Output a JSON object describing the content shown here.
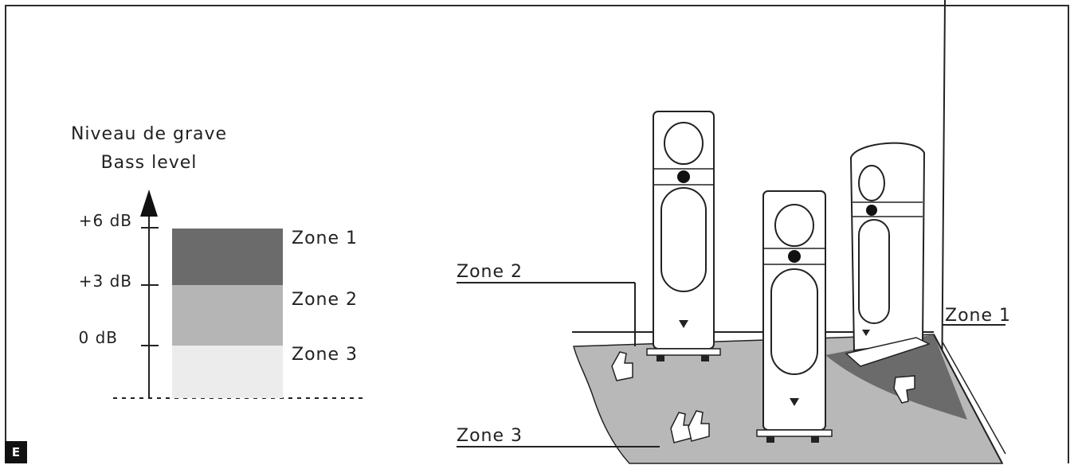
{
  "chart": {
    "title_fr": "Niveau de grave",
    "title_en": "Bass level",
    "ticks": [
      "+6 dB",
      "+3 dB",
      "0 dB"
    ],
    "zones": [
      {
        "label": "Zone 1",
        "color": "#6b6b6b"
      },
      {
        "label": "Zone 2",
        "color": "#b5b5b5"
      },
      {
        "label": "Zone 3",
        "color": "#ececec"
      }
    ]
  },
  "room": {
    "zone_labels": [
      "Zone 2",
      "Zone 1",
      "Zone 3"
    ],
    "floor_color": "#b8b8b8",
    "corner_color": "#6b6b6b"
  },
  "figure_badge": "E"
}
